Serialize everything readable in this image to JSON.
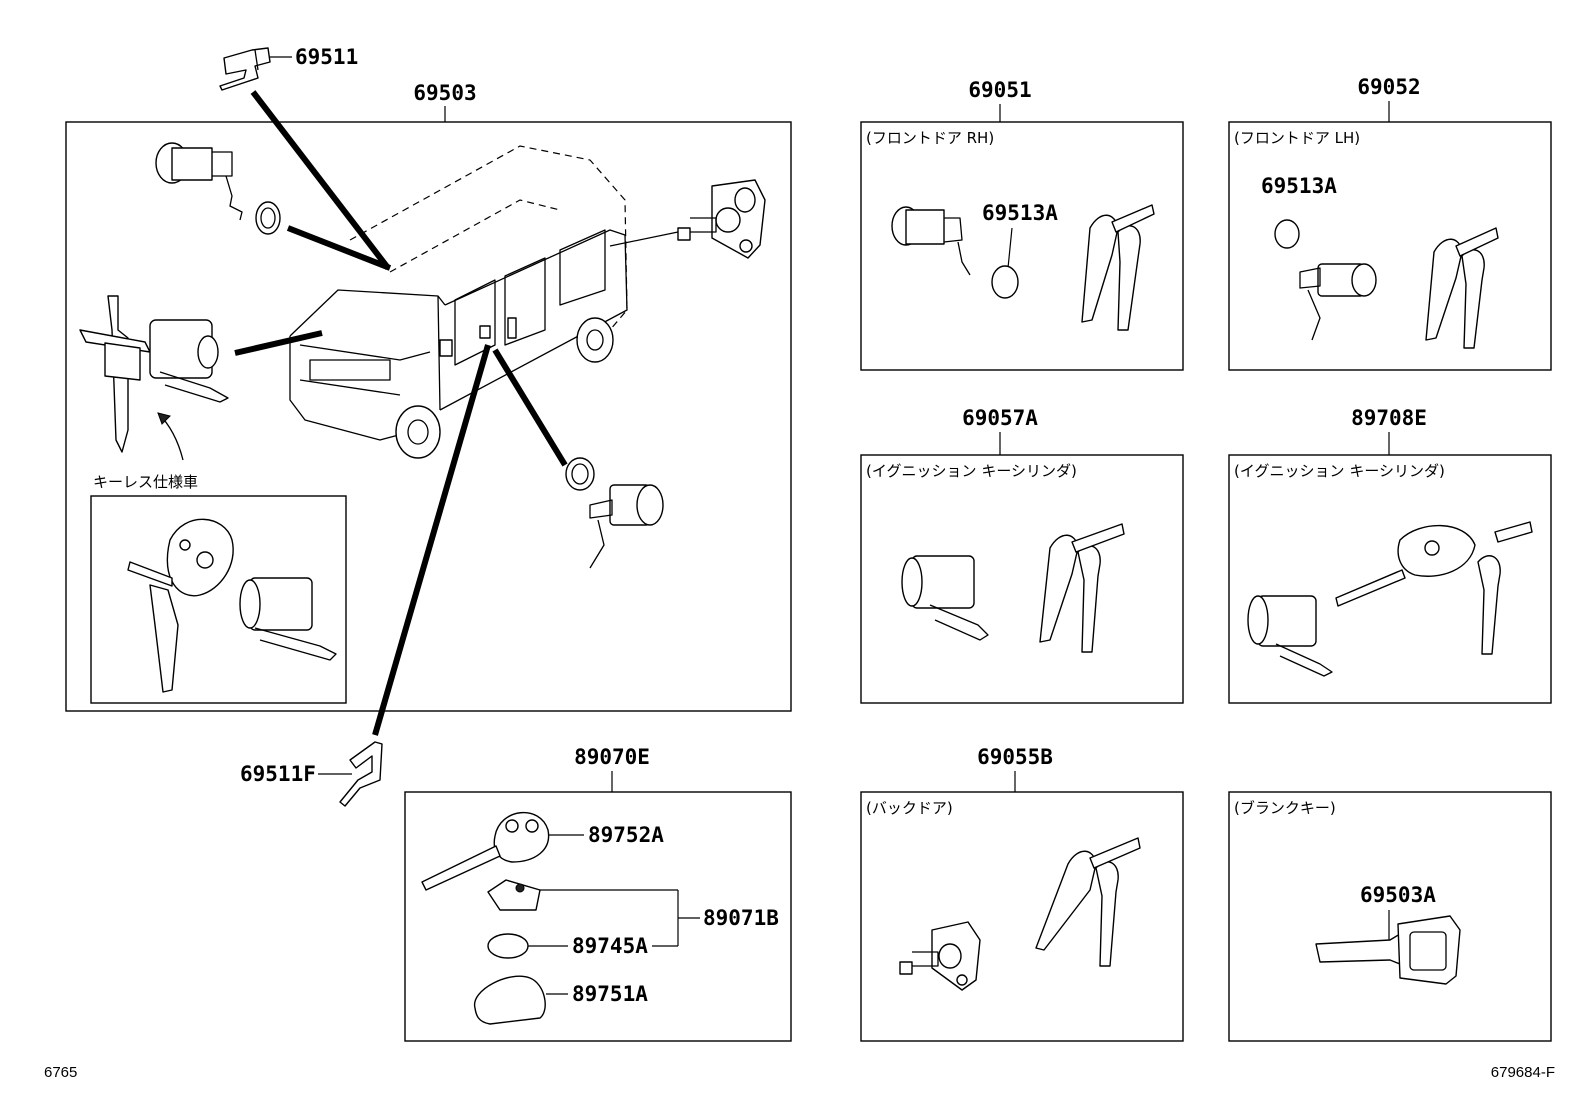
{
  "labels": {
    "p69511": "69511",
    "p69503": "69503",
    "p69051": "69051",
    "p69052": "69052",
    "p69513A_rh": "69513A",
    "p69513A_lh": "69513A",
    "p69057A": "69057A",
    "p89708E": "89708E",
    "p69511F": "69511F",
    "p89070E": "89070E",
    "p69055B": "69055B",
    "p89752A": "89752A",
    "p89071B": "89071B",
    "p89745A": "89745A",
    "p89751A": "89751A",
    "p69503A": "69503A"
  },
  "captions": {
    "front_door_rh": "(フロントドア RH)",
    "front_door_lh": "(フロントドア LH)",
    "ignition_1": "(イグニッション キーシリンダ)",
    "ignition_2": "(イグニッション キーシリンダ)",
    "back_door": "(バックドア)",
    "blank_key": "(ブランクキー)",
    "keyless": "キーレス仕様車"
  },
  "footer": {
    "left_code": "6765",
    "right_code": "679684-F"
  }
}
